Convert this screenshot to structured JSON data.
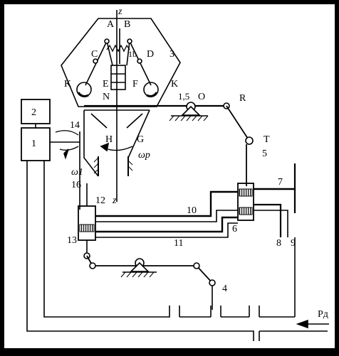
{
  "colors": {
    "frame": "#000000",
    "paper": "#ffffff",
    "ink": "#000000"
  },
  "axis": {
    "top_label": "z",
    "bottom_label": "z"
  },
  "governor": {
    "labels": {
      "a": "A",
      "b": "B",
      "c": "C",
      "d": "D",
      "e": "E",
      "f": "F",
      "n": "N",
      "k_left": "K",
      "k_right": "K",
      "num": "3",
      "one_b": "1b"
    }
  },
  "levers": {
    "o_label": "O",
    "ratio_label": "1,5",
    "r_label": "R",
    "t_label": "T"
  },
  "components": {
    "n1": "1",
    "n2": "2",
    "n4": "4",
    "n5": "5",
    "n6": "6",
    "n7": "7",
    "n8": "8",
    "n9": "9",
    "n10": "10",
    "n11": "11",
    "n12": "12",
    "n13": "13",
    "n14": "14",
    "n16": "16"
  },
  "rotation": {
    "h": "H",
    "g": "G",
    "omega_p": "ωp",
    "omega_1": "ω1"
  },
  "pressure": {
    "label": "Pд"
  }
}
